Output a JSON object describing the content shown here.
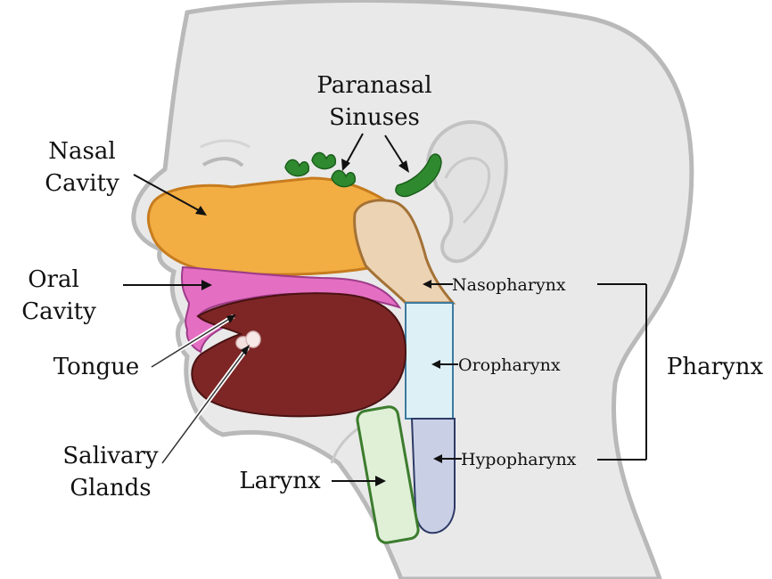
{
  "labels": {
    "paranasal_1": "Paranasal",
    "paranasal_2": "Sinuses",
    "nasal_1": "Nasal",
    "nasal_2": "Cavity",
    "oral_1": "Oral",
    "oral_2": "Cavity",
    "tongue": "Tongue",
    "salivary_1": "Salivary",
    "salivary_2": "Glands",
    "larynx": "Larynx",
    "nasopharynx": "Nasopharynx",
    "oropharynx": "Oropharynx",
    "hypopharynx": "Hypopharynx",
    "pharynx": "Pharynx"
  },
  "colors": {
    "head_fill": "#e9e9e9",
    "head_outline": "#b9b9b9",
    "nasal": "#f2ad43",
    "sinus": "#2f8a2f",
    "nasopharynx": "#ecd3b4",
    "oropharynx": "#dcf0f6",
    "hypopharynx": "#c9d0e6",
    "oral": "#e46fc2",
    "tongue": "#7e2626",
    "larynx": "#dff0d6",
    "larynx_outline": "#3c7c2e"
  }
}
